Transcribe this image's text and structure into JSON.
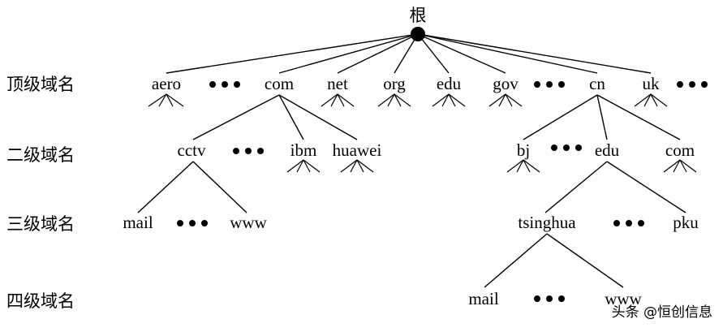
{
  "root": {
    "label": "根"
  },
  "levels": [
    {
      "label": "顶级域名"
    },
    {
      "label": "二级域名"
    },
    {
      "label": "三级域名"
    },
    {
      "label": "四级域名"
    }
  ],
  "nodes": {
    "aero": "aero",
    "com": "com",
    "net": "net",
    "org": "org",
    "edu": "edu",
    "gov": "gov",
    "cn": "cn",
    "uk": "uk",
    "cctv": "cctv",
    "ibm": "ibm",
    "huawei": "huawei",
    "bj": "bj",
    "cn_edu": "edu",
    "cn_com": "com",
    "mail3": "mail",
    "www3": "www",
    "tsinghua": "tsinghua",
    "pku": "pku",
    "mail4": "mail",
    "www4": "www"
  },
  "watermark": {
    "text": "头条 @恒创信息"
  }
}
